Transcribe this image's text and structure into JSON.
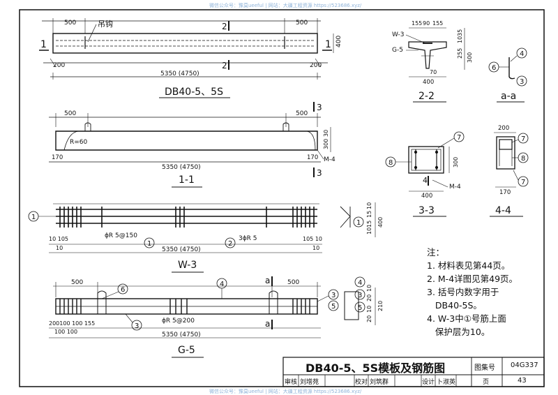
{
  "watermark": {
    "top": "微信公众号：豫莫ueeful | 网站：大疆工程资源 https://523686.xyz/",
    "bottom": "微信公众号：豫莫ueeful | 网站：大疆工程资源 https://523686.xyz/"
  },
  "views": {
    "db": {
      "title": "DB40-5、5S",
      "hook_label": "吊钩",
      "section_mark": "2",
      "cut_label": "1",
      "dim_top_left": "500",
      "dim_top_right": "500",
      "dim_height": "400",
      "dim_bot_left": "200",
      "dim_bot_right": "200",
      "dim_total": "5350 (4750)"
    },
    "s11": {
      "title": "1-1",
      "section_mark": "3",
      "dim_top_left": "500",
      "dim_top_right": "500",
      "radius": "R=60",
      "dim_v1": "30",
      "dim_v2": "300",
      "dim_bot_left": "170",
      "dim_bot_right": "170",
      "plate": "M-4",
      "dim_total": "5350 (4750)"
    },
    "w3": {
      "title": "W-3",
      "mark1": "1",
      "mark2": "2",
      "label_stirrup": "ϕR 5@150",
      "label_bar": "3ϕR 5",
      "dim_left": "10 105",
      "dim_right": "105 10",
      "dim_end_left": "10",
      "dim_end_right": "10",
      "dim_total": "5350 (4750)",
      "side_dims": [
        "10",
        "15",
        "15",
        "10"
      ],
      "side_total": "400"
    },
    "g5": {
      "title": "G-5",
      "dim_top_left": "500",
      "dim_top_right": "500",
      "mark_a": "a",
      "label_stirrup": "ϕR 5@200",
      "marks": [
        "6",
        "4",
        "3",
        "5",
        "3",
        "5"
      ],
      "dim_bot_row1": "200100 100 155",
      "dim_bot_row2": "100 100",
      "dim_total": "5350 (4750)",
      "side_dims": [
        "10",
        "20",
        "10",
        "20",
        "210"
      ]
    },
    "s22": {
      "title": "2-2",
      "w3": "W-3",
      "g5": "G-5",
      "dims_top": [
        "155",
        "90",
        "155"
      ],
      "dims_right": [
        "255",
        "10",
        "35",
        "300"
      ],
      "dim_stem": "70",
      "dim_width": "400"
    },
    "aa": {
      "title": "a-a",
      "marks": [
        "4",
        "6",
        "3"
      ]
    },
    "s33": {
      "title": "3-3",
      "marks": [
        "7",
        "8"
      ],
      "dim_height": "300",
      "plate": "M-4",
      "dim_width": "400",
      "cut": "4"
    },
    "s44": {
      "title": "4-4",
      "dim_top": "200",
      "dim_bot": "170",
      "marks": [
        "7",
        "8",
        "7"
      ]
    }
  },
  "notes": {
    "heading": "注：",
    "items": [
      "1. 材料表见第44页。",
      "2. M-4详图见第49页。",
      "3. 括号内数字用于",
      "   DB40-5S。",
      "4. W-3中①号筋上面",
      "   保护层为10。"
    ]
  },
  "titleblock": {
    "title": "DB40-5、5S模板及钢筋图",
    "atlas_label": "图集号",
    "atlas_value": "04G337",
    "review": "审核",
    "reviewer": "刘增苑",
    "check": "校对",
    "checker": "刘筑群",
    "design": "设计",
    "designer": "卜淑英",
    "page_label": "页",
    "page_value": "43"
  }
}
